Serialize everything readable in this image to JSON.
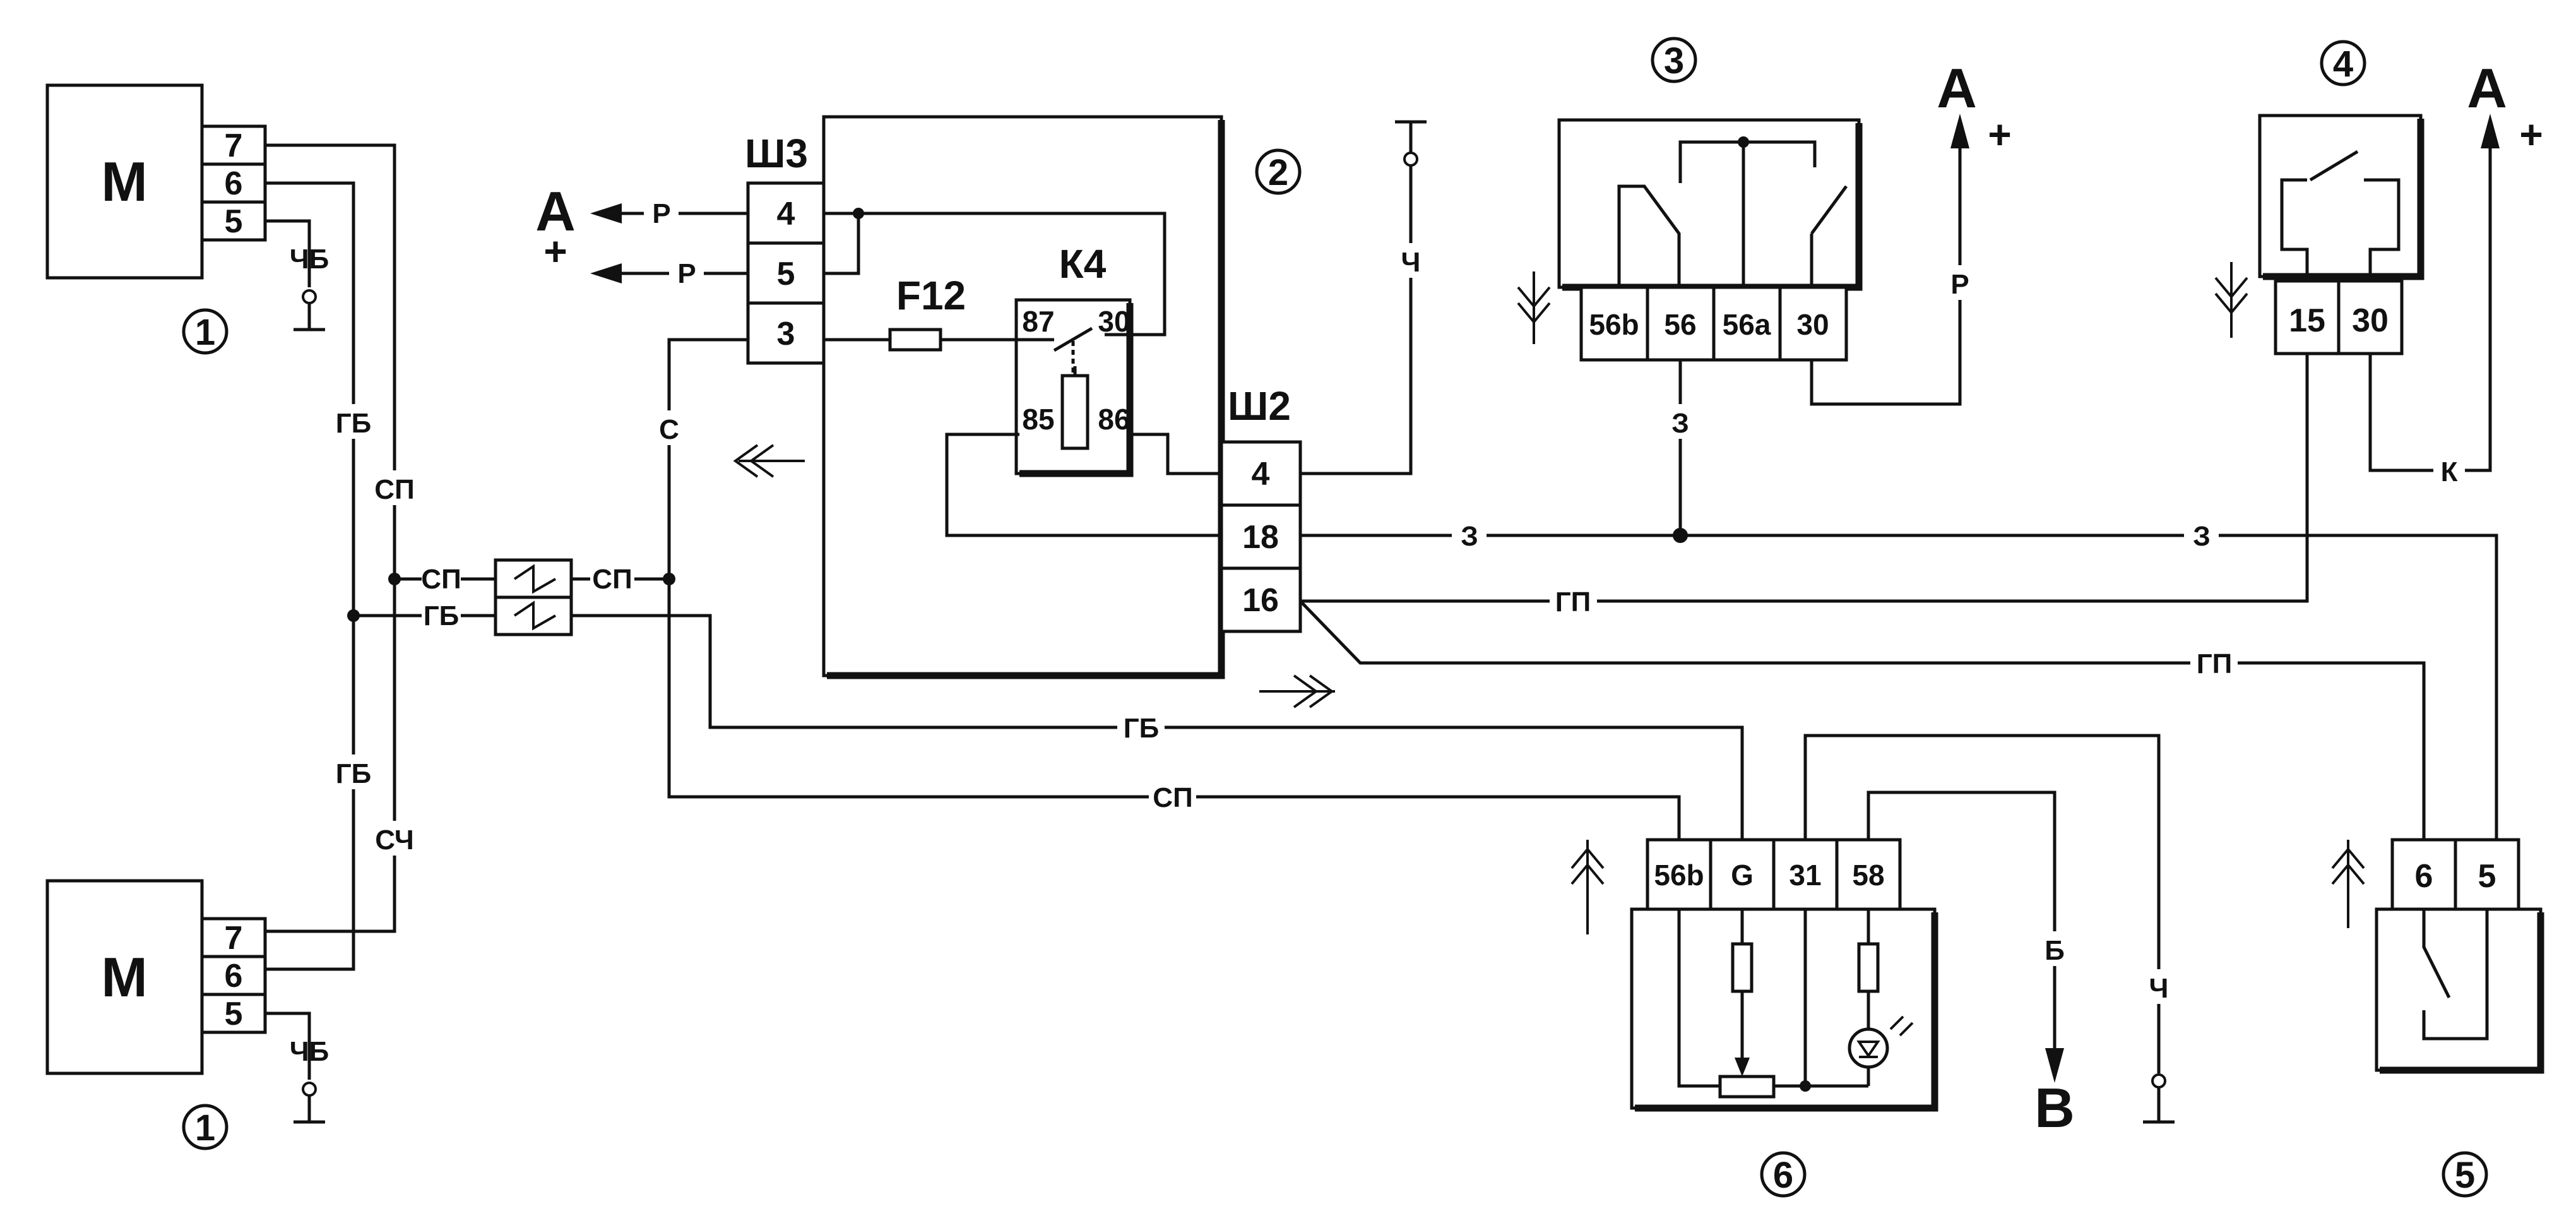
{
  "motor_top": {
    "letter": "М",
    "pins": [
      "7",
      "6",
      "5"
    ],
    "ground_label": "ЧБ",
    "number": "1"
  },
  "motor_bottom": {
    "letter": "М",
    "pins": [
      "7",
      "6",
      "5"
    ],
    "ground_label": "ЧБ",
    "number": "1"
  },
  "left_wires": {
    "gb_upper": "ГБ",
    "sp_upper": "СП",
    "gb_lower": "ГБ",
    "sch_lower": "СЧ"
  },
  "connector_left": {
    "left_sp": "СП",
    "left_gb": "ГБ",
    "right_sp": "СП"
  },
  "power_in": {
    "letter": "А",
    "plus": "+",
    "wire1": "Р",
    "wire2": "Р"
  },
  "wire_c": "С",
  "block2": {
    "number": "2",
    "sh3": {
      "label": "Ш3",
      "pins": [
        "4",
        "5",
        "3"
      ]
    },
    "fuse": "F12",
    "relay": {
      "label": "К4",
      "pins": [
        "87",
        "30",
        "85",
        "86"
      ]
    },
    "sh2": {
      "label": "Ш2",
      "pins": [
        "4",
        "18",
        "16"
      ]
    }
  },
  "ch_top": "Ч",
  "switch3": {
    "number": "3",
    "pins": [
      "56b",
      "56",
      "56а",
      "30"
    ],
    "wire_bottom": "З",
    "power_wire": "Р",
    "power_letter": "А",
    "plus": "+"
  },
  "switch4": {
    "number": "4",
    "pins": [
      "15",
      "30"
    ],
    "wire": "К",
    "power_letter": "А",
    "plus": "+"
  },
  "wires_mid": {
    "z_left": "З",
    "z_right": "З",
    "gp_left": "ГП",
    "gp_right": "ГП",
    "gb_bottom": "ГБ",
    "sp_bottom": "СП"
  },
  "block6": {
    "number": "6",
    "pins": [
      "56b",
      "G",
      "31",
      "58"
    ],
    "out_wire": "Б",
    "out_letter": "В",
    "ground_wire": "Ч"
  },
  "switch5": {
    "number": "5",
    "pins": [
      "6",
      "5"
    ]
  }
}
